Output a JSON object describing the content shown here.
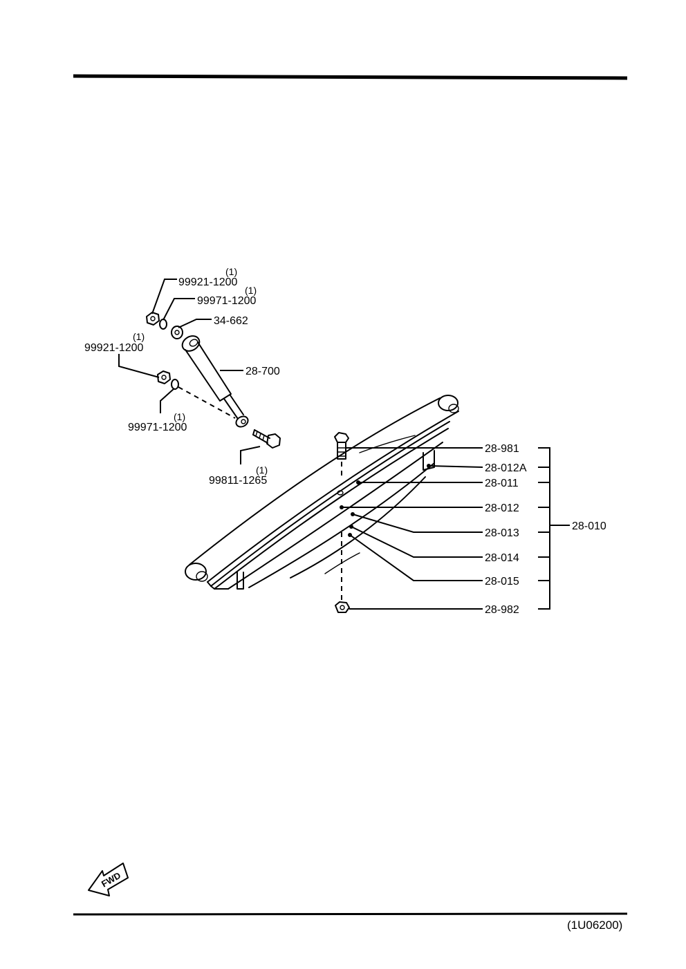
{
  "diagram": {
    "callouts": [
      {
        "id": "nut-upper",
        "part_number": "99921-1200",
        "quantity": "(1)"
      },
      {
        "id": "washer-upper",
        "part_number": "99971-1200",
        "quantity": "(1)"
      },
      {
        "id": "bushing",
        "part_number": "34-662"
      },
      {
        "id": "nut-lower",
        "part_number": "99921-1200",
        "quantity": "(1)"
      },
      {
        "id": "shock-absorber",
        "part_number": "28-700"
      },
      {
        "id": "washer-lower",
        "part_number": "99971-1200",
        "quantity": "(1)"
      },
      {
        "id": "bolt-shock",
        "part_number": "99811-1265",
        "quantity": "(1)"
      },
      {
        "id": "center-bolt",
        "part_number": "28-981"
      },
      {
        "id": "leaf-012a",
        "part_number": "28-012A"
      },
      {
        "id": "leaf-011",
        "part_number": "28-011"
      },
      {
        "id": "leaf-012",
        "part_number": "28-012"
      },
      {
        "id": "leaf-013",
        "part_number": "28-013"
      },
      {
        "id": "leaf-014",
        "part_number": "28-014"
      },
      {
        "id": "leaf-015",
        "part_number": "28-015"
      },
      {
        "id": "center-nut",
        "part_number": "28-982"
      },
      {
        "id": "leaf-spring-assembly",
        "part_number": "28-010"
      }
    ],
    "direction_label": "FWD",
    "figure_code": "(1U06200)"
  }
}
